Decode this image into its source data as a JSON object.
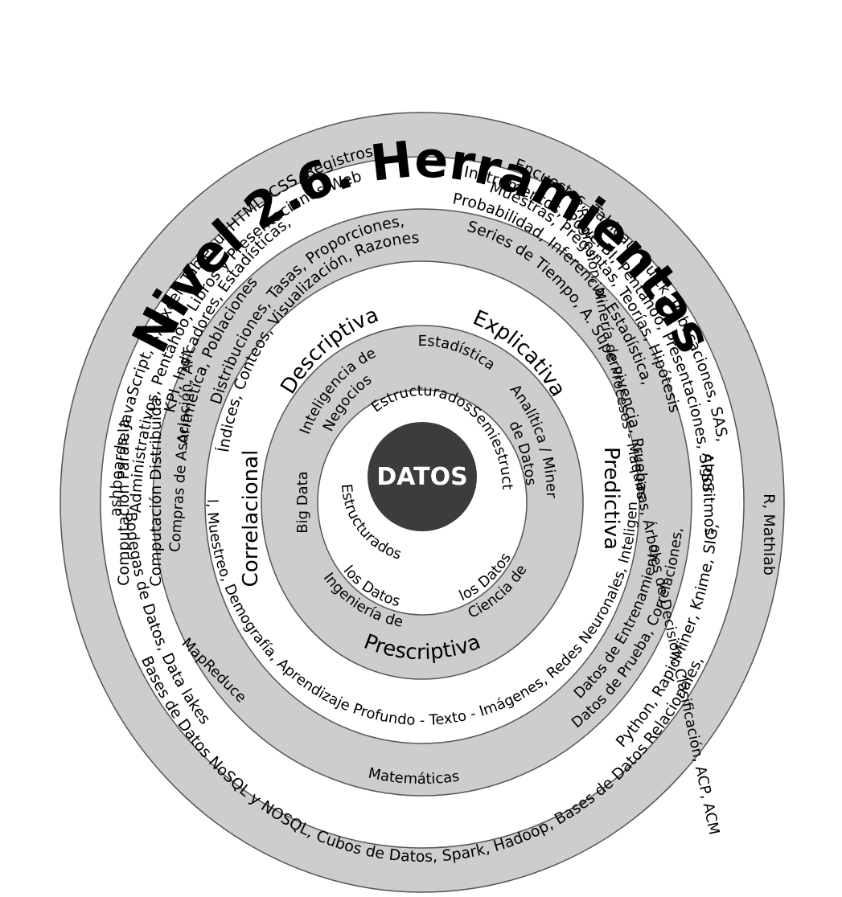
{
  "title": "Nivel 2.6. Herramientas",
  "center": "DATOS",
  "colors": {
    "gray": "#cdcdcd",
    "white": "#ffffff",
    "dark": "#3c3c3c",
    "stroke": "#555555"
  },
  "ring1": [
    "Estructurados",
    "Semiestructurados",
    "No Estructurados"
  ],
  "ring2": {
    "inteligencia": [
      "Inteligencia de",
      "Negocios"
    ],
    "estadistica": "Estadística",
    "analitica": [
      "Analítica / Minería",
      "de Datos"
    ],
    "ciencia": [
      "Ciencia de",
      "los Datos"
    ],
    "ingenieria": [
      "Ingeniería de",
      "los Datos"
    ],
    "bigdata": "Big Data"
  },
  "ring3": {
    "descriptiva": "Descriptiva",
    "explicativa": "Explicativa",
    "predictiva": "Predictiva",
    "prescriptiva": "Prescriptiva",
    "correlacional": "Correlacional"
  },
  "ring4": {
    "desc1": "Distribuciones, Tasas, Proporciones,",
    "desc2": "Índices, Conteos, Visualización, Razones",
    "expl1": "Series de Tiempo, A. Supervivencia, Pruebas",
    "expl2": "Diseño Experimental, Muestreo, Demografía, Aprendizaje Profundo - Texto - Imágenes, Redes Neuronales, Inteligencia Artificial, Análisis",
    "pred": "Regresión, Minería de Procesos - Máquinas, Árboles de Decisión, Clasificación, ACP, ACM",
    "corr1": "Compras de Asociación, AFT"
  },
  "ring5": {
    "desc1": "Aritmética, Poblaciones",
    "desc2": "KPI, Indicadores, Estadísticas,",
    "expl1": "Muestras, Preguntas, Teorías, Hipótesis",
    "expl2": "Probabilidad, Inferencia, Estadística,",
    "pred": "Algoritmos",
    "presc1": "Datos de Prueba, Correlaciones,",
    "presc2": "Datos de Entrenamiento",
    "math": "Matemáticas",
    "corr1": "Computación Paralela",
    "corr2": "Computación Distribuida",
    "map": "MapReduce"
  },
  "ring6": {
    "top1": "Encuestas, Tableau, Quick, Publicaciones, SAS,",
    "top2": "Instrumentos, PowerBI, Pentahoo, Presentaciones, SPSS",
    "left1": "Dashboards, JavaScript, R, Excel, Tableau, HTML, CSS, Registros",
    "left2": "Administrativos, Pentahoo, Libros y Presentaciones Web",
    "right": "R, Mathlab",
    "bottom1": "Python, RapidMiner, Knime, SIG,",
    "bottom2": "Bases de Datos NoSQL y NOSQL, Cubos de Datos, Spark, Hadoop, Bases de Datos Relacionales,",
    "bottom3": "Bodegas de Datos, Data lakes"
  }
}
